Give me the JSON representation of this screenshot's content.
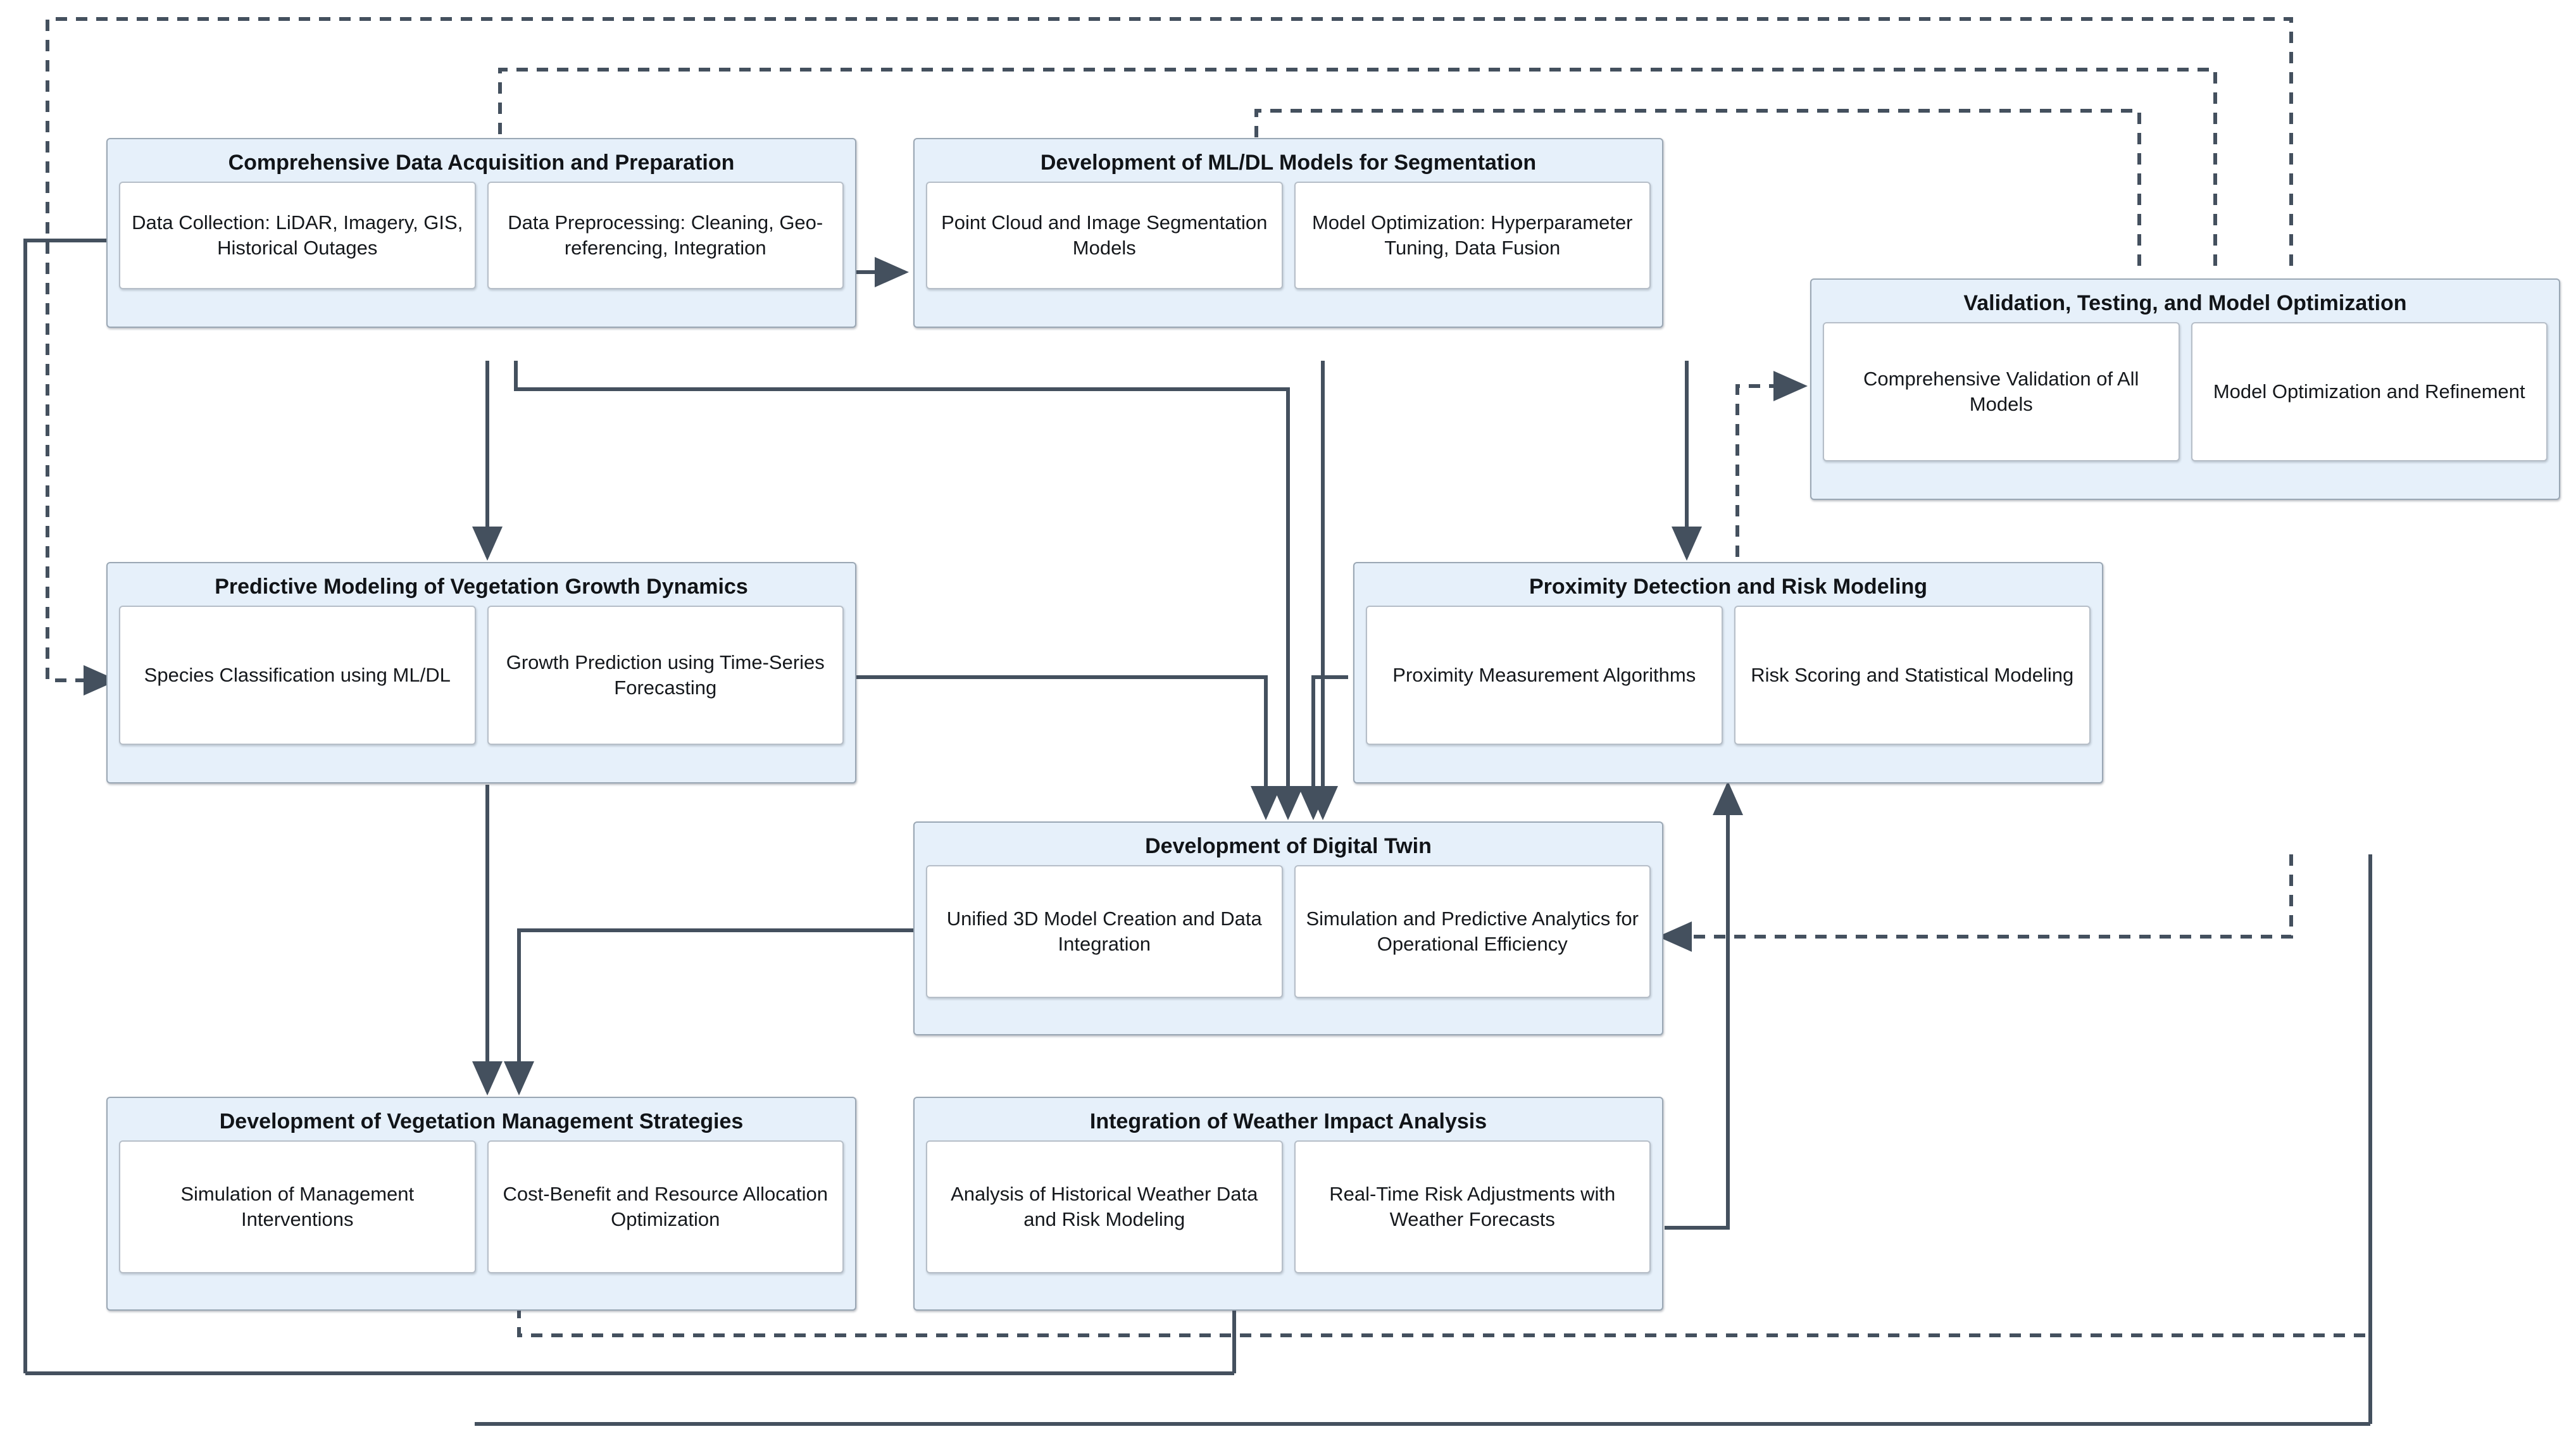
{
  "diagram": {
    "type": "flowchart",
    "theme": {
      "cluster_fill": "#e6f0fa",
      "cluster_border": "#9aa7b4",
      "leaf_fill": "#ffffff",
      "leaf_border": "#b6bec8",
      "edge_solid": "#44505e",
      "edge_dashed": "#44505e",
      "text": "#15181c",
      "background": "#ffffff"
    },
    "clusters": [
      {
        "id": "data-acquisition",
        "title": "Comprehensive Data Acquisition and Preparation",
        "leaves": [
          "Data Collection: LiDAR, Imagery, GIS, Historical Outages",
          "Data Preprocessing: Cleaning, Geo-referencing, Integration"
        ]
      },
      {
        "id": "ml-dl-models",
        "title": "Development of ML/DL Models for Segmentation",
        "leaves": [
          "Point Cloud and Image Segmentation Models",
          "Model Optimization: Hyperparameter Tuning, Data Fusion"
        ]
      },
      {
        "id": "validation-testing",
        "title": "Validation, Testing, and Model Optimization",
        "leaves": [
          "Comprehensive Validation of All Models",
          "Model Optimization and Refinement"
        ]
      },
      {
        "id": "predictive-modeling",
        "title": "Predictive Modeling of Vegetation Growth Dynamics",
        "leaves": [
          "Species Classification using ML/DL",
          "Growth Prediction using Time-Series Forecasting"
        ]
      },
      {
        "id": "proximity-detection",
        "title": "Proximity Detection and Risk Modeling",
        "leaves": [
          "Proximity Measurement Algorithms",
          "Risk Scoring and Statistical Modeling"
        ]
      },
      {
        "id": "digital-twin",
        "title": "Development of Digital Twin",
        "leaves": [
          "Unified 3D Model Creation and Data Integration",
          "Simulation and Predictive Analytics for Operational Efficiency"
        ]
      },
      {
        "id": "vegetation-management",
        "title": "Development of Vegetation Management Strategies",
        "leaves": [
          "Simulation of Management Interventions",
          "Cost-Benefit and Resource Allocation Optimization"
        ]
      },
      {
        "id": "weather-impact",
        "title": "Integration of Weather Impact Analysis",
        "leaves": [
          "Analysis of Historical Weather Data and Risk Modeling",
          "Real-Time Risk Adjustments with Weather Forecasts"
        ]
      }
    ],
    "edges": [
      {
        "from": "data-acquisition",
        "to": "ml-dl-models",
        "style": "solid"
      },
      {
        "from": "data-acquisition",
        "to": "predictive-modeling",
        "style": "solid"
      },
      {
        "from": "data-acquisition",
        "to": "digital-twin",
        "style": "solid"
      },
      {
        "from": "ml-dl-models",
        "to": "digital-twin",
        "style": "solid"
      },
      {
        "from": "ml-dl-models",
        "to": "proximity-detection",
        "style": "solid"
      },
      {
        "from": "predictive-modeling",
        "to": "digital-twin",
        "style": "solid"
      },
      {
        "from": "predictive-modeling",
        "to": "vegetation-management",
        "style": "solid"
      },
      {
        "from": "proximity-detection",
        "to": "digital-twin",
        "style": "solid"
      },
      {
        "from": "digital-twin",
        "to": "vegetation-management",
        "style": "solid"
      },
      {
        "from": "weather-impact",
        "to": "proximity-detection",
        "style": "solid"
      },
      {
        "from": "validation-testing",
        "to": "data-acquisition",
        "style": "dashed"
      },
      {
        "from": "validation-testing",
        "to": "ml-dl-models",
        "style": "dashed"
      },
      {
        "from": "validation-testing",
        "to": "predictive-modeling",
        "style": "dashed"
      },
      {
        "from": "validation-testing",
        "to": "proximity-detection",
        "style": "dashed"
      },
      {
        "from": "validation-testing",
        "to": "digital-twin",
        "style": "dashed"
      },
      {
        "from": "validation-testing",
        "to": "vegetation-management",
        "style": "dashed"
      },
      {
        "from": "ml-dl-models",
        "to": "validation-testing",
        "style": "dashed"
      },
      {
        "from": "predictive-modeling",
        "to": "validation-testing",
        "style": "dashed"
      },
      {
        "from": "proximity-detection",
        "to": "validation-testing",
        "style": "dashed"
      }
    ]
  }
}
